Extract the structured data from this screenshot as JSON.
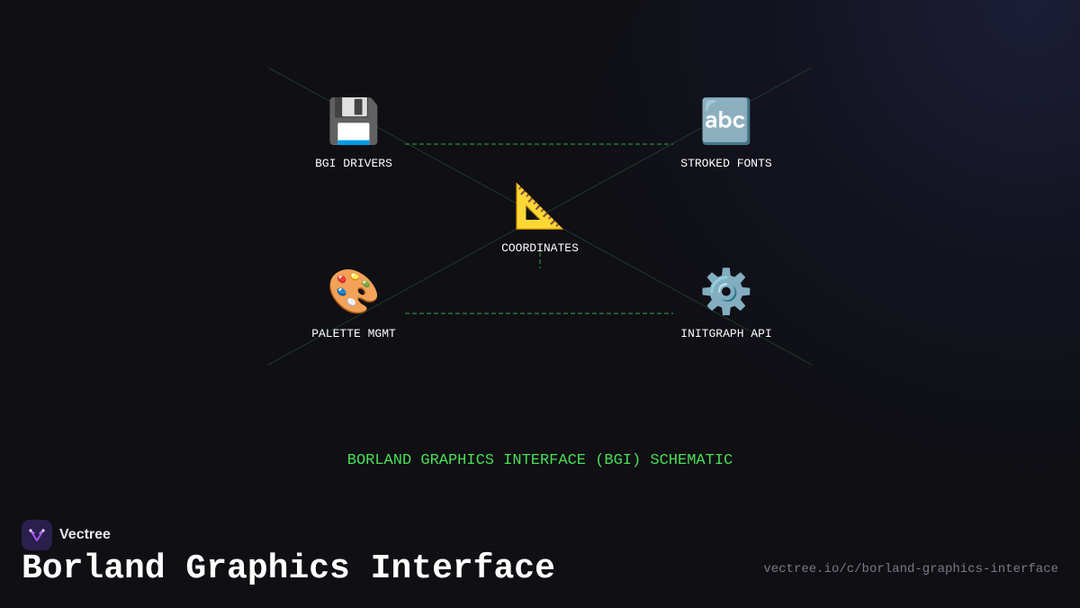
{
  "diagram": {
    "nodes": {
      "bgi_drivers": {
        "label": "BGI DRIVERS",
        "icon": "floppy-disk-icon",
        "glyph": "💾"
      },
      "stroked_fonts": {
        "label": "STROKED FONTS",
        "icon": "abc-letters-icon",
        "glyph": "🔤"
      },
      "coordinates": {
        "label": "COORDINATES",
        "icon": "triangular-ruler-icon",
        "glyph": "📐"
      },
      "palette_mgmt": {
        "label": "PALETTE MGMT",
        "icon": "artist-palette-icon",
        "glyph": "🎨"
      },
      "initgraph_api": {
        "label": "INITGRAPH API",
        "icon": "gear-icon",
        "glyph": "⚙️"
      }
    },
    "caption": "BORLAND GRAPHICS INTERFACE (BGI) SCHEMATIC"
  },
  "footer": {
    "brand": "Vectree",
    "title": "Borland Graphics Interface",
    "url": "vectree.io/c/borland-graphics-interface"
  },
  "colors": {
    "background": "#0f0f14",
    "accent_green": "#4ade55",
    "connector_line": "#1f3a2c",
    "logo_bg": "#2a1f4d",
    "logo_mark": "#a855f7"
  }
}
